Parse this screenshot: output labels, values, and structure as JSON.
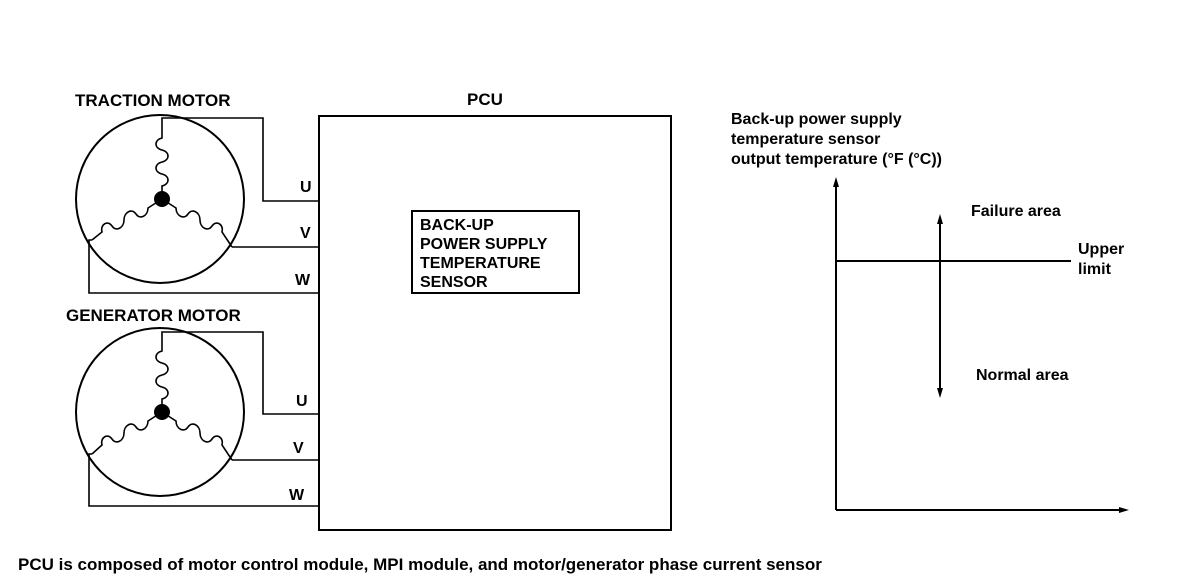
{
  "diagram": {
    "traction_motor_label": "TRACTION MOTOR",
    "generator_motor_label": "GENERATOR MOTOR",
    "pcu_label": "PCU",
    "phase_labels": {
      "u": "U",
      "v": "V",
      "w": "W"
    },
    "sensor_box_lines": [
      "BACK-UP",
      "POWER SUPPLY",
      "TEMPERATURE",
      "SENSOR"
    ],
    "caption": "PCU is composed of motor control module, MPI module, and motor/generator phase current sensor"
  },
  "graph": {
    "y_axis_label_lines": [
      "Back-up power supply",
      "temperature sensor",
      "output temperature (°F (°C))"
    ],
    "failure_area_label": "Failure area",
    "normal_area_label": "Normal area",
    "upper_limit_lines": [
      "Upper",
      "limit"
    ]
  }
}
